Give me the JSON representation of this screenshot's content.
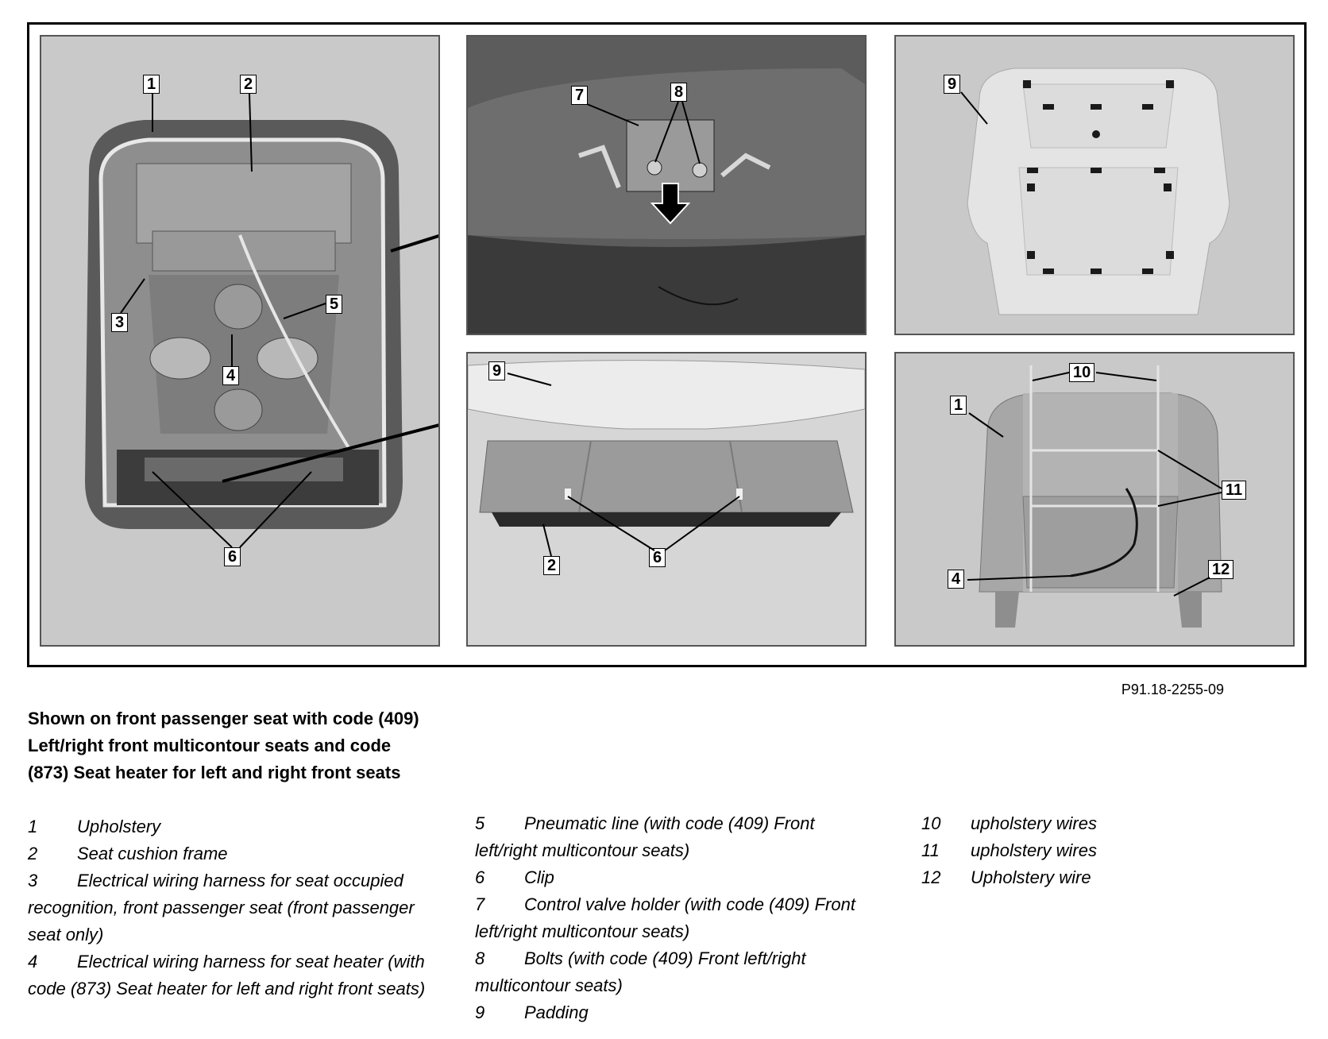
{
  "figure": {
    "callouts": {
      "p1": [
        "1",
        "2",
        "3",
        "5",
        "4",
        "6"
      ],
      "p2": [
        "7",
        "8"
      ],
      "p3": [
        "9"
      ],
      "p4": [
        "9",
        "2",
        "6"
      ],
      "p5": [
        "10",
        "1",
        "11",
        "4",
        "12"
      ]
    },
    "reference_code": "P91.18-2255-09"
  },
  "caption": "Shown on front passenger seat with code (409) Left/right front multicontour seats and code (873) Seat heater for left and right front seats",
  "legend": {
    "col1": [
      {
        "num": "1",
        "text": "Upholstery"
      },
      {
        "num": "2",
        "text": "Seat cushion frame"
      },
      {
        "num": "3",
        "text": "Electrical wiring harness for seat occupied recognition, front passenger seat (front passenger seat only)"
      },
      {
        "num": "4",
        "text": "Electrical wiring harness for seat heater (with code (873) Seat heater for left and right front seats)"
      }
    ],
    "col2": [
      {
        "num": "5",
        "text": "Pneumatic line (with code (409) Front left/right multicontour seats)"
      },
      {
        "num": "6",
        "text": "Clip"
      },
      {
        "num": "7",
        "text": "Control valve holder (with code (409) Front left/right multicontour seats)"
      },
      {
        "num": "8",
        "text": "Bolts (with code (409) Front left/right multicontour seats)"
      },
      {
        "num": "9",
        "text": "Padding"
      }
    ],
    "col3": [
      {
        "num": "10",
        "text": "upholstery wires"
      },
      {
        "num": "11",
        "text": "upholstery wires"
      },
      {
        "num": "12",
        "text": "Upholstery wire"
      }
    ]
  }
}
